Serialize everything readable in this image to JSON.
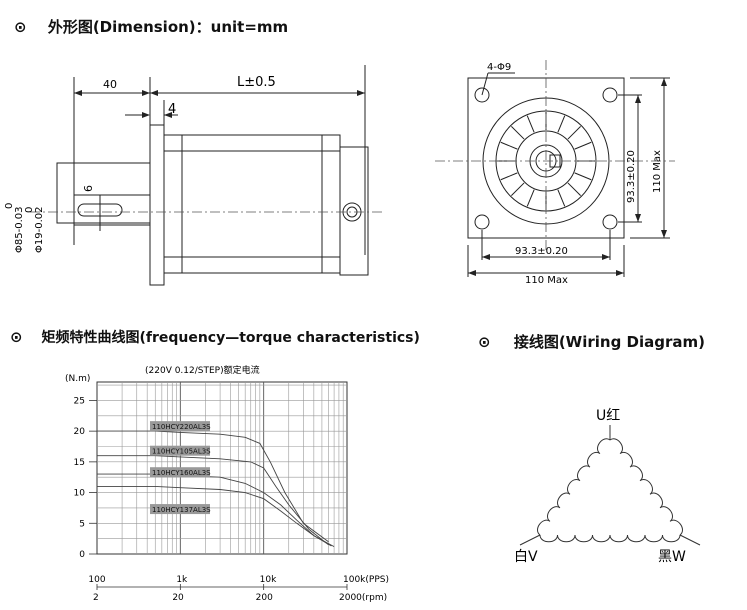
{
  "sections": {
    "dimension": {
      "bullet": "⊙",
      "title": "外形图",
      "subtitle": "(Dimension)：unit=mm"
    },
    "torque": {
      "bullet": "⊙",
      "title": "矩频特性曲线图",
      "subtitle": "(frequency—torque characteristics)"
    },
    "wiring": {
      "bullet": "⊙",
      "title": "接线图",
      "subtitle": "(Wiring Diagram)"
    }
  },
  "side_view": {
    "dim_40": "40",
    "dim_L": "L±0.5",
    "dim_4": "4",
    "dim_6": "6",
    "dim_85_top": "0",
    "dim_85": "Φ85-0.03",
    "dim_19_top": "0",
    "dim_19": "Φ19-0.02"
  },
  "front_view": {
    "holes": "4-Φ9",
    "dim_933_h": "93.3±0.20",
    "dim_110_h": "110  Max",
    "dim_933_v": "93.3±0.20",
    "dim_110_v": "110 Max"
  },
  "chart_data": {
    "type": "line",
    "title": "(220V 0.12/STEP)额定电流",
    "ylabel": "(N.m)",
    "yticks": [
      "25",
      "20",
      "15",
      "10",
      "5",
      "0"
    ],
    "ylim": [
      0,
      28
    ],
    "x_pps_ticks": [
      "100",
      "1k",
      "10k",
      "100k(PPS)"
    ],
    "x_rpm_ticks": [
      "2",
      "20",
      "200",
      "2000(rpm)"
    ],
    "xscale": "log",
    "xlim_pps": [
      100,
      100000
    ],
    "series": [
      {
        "name": "110HCY220AL3S",
        "points": [
          [
            100,
            20
          ],
          [
            500,
            20
          ],
          [
            1000,
            19.8
          ],
          [
            3000,
            19.5
          ],
          [
            6000,
            19
          ],
          [
            9000,
            18
          ],
          [
            12000,
            15
          ],
          [
            18000,
            10
          ],
          [
            30000,
            5
          ],
          [
            60000,
            2
          ]
        ]
      },
      {
        "name": "110HCY105AL3S",
        "points": [
          [
            100,
            16
          ],
          [
            500,
            16
          ],
          [
            1000,
            15.8
          ],
          [
            3000,
            15.5
          ],
          [
            7000,
            15
          ],
          [
            10000,
            14
          ],
          [
            14000,
            11
          ],
          [
            20000,
            8
          ],
          [
            35000,
            4
          ],
          [
            60000,
            1.5
          ]
        ]
      },
      {
        "name": "110HCY160AL3S",
        "points": [
          [
            100,
            13
          ],
          [
            500,
            13
          ],
          [
            1000,
            12.8
          ],
          [
            3000,
            12.5
          ],
          [
            6000,
            11.5
          ],
          [
            10000,
            10
          ],
          [
            16000,
            8
          ],
          [
            25000,
            5.5
          ],
          [
            40000,
            3
          ],
          [
            65000,
            1.3
          ]
        ]
      },
      {
        "name": "110HCY137AL3S",
        "points": [
          [
            100,
            11
          ],
          [
            500,
            11
          ],
          [
            1000,
            10.8
          ],
          [
            3000,
            10.5
          ],
          [
            6000,
            10
          ],
          [
            10000,
            9
          ],
          [
            16000,
            7
          ],
          [
            25000,
            5
          ],
          [
            40000,
            3
          ],
          [
            70000,
            1.2
          ]
        ]
      }
    ]
  },
  "wiring": {
    "u": "U红",
    "v": "白V",
    "w": "黑W"
  }
}
